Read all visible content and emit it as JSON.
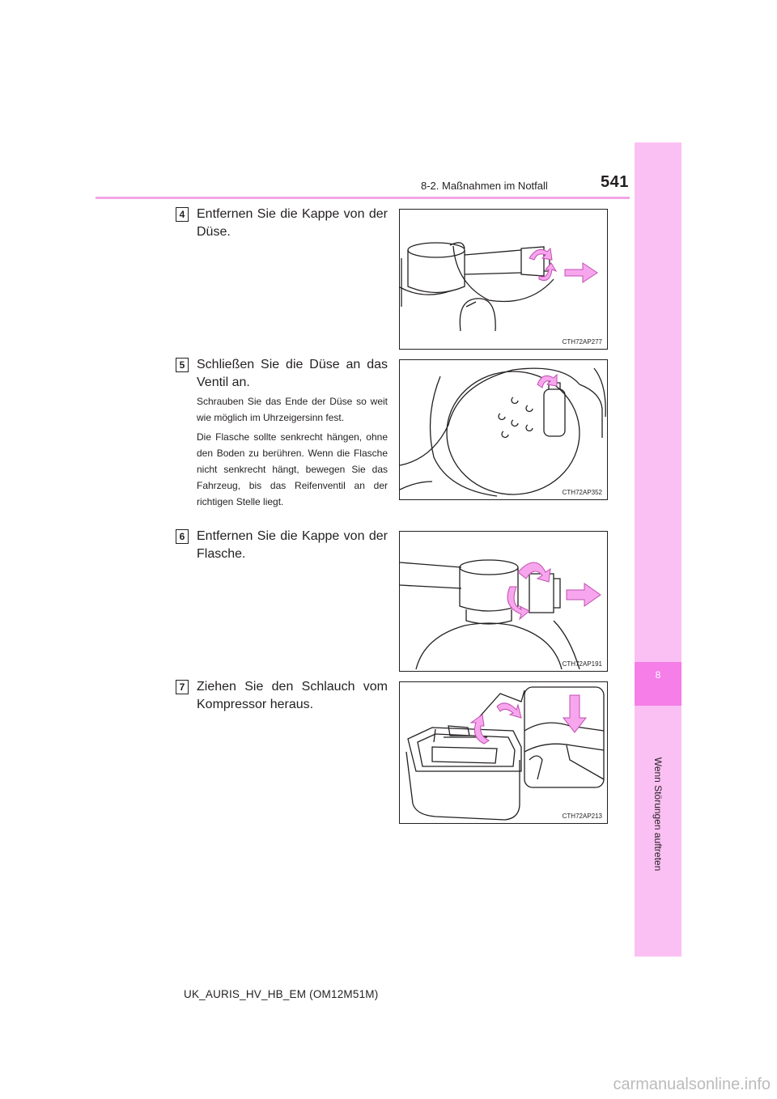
{
  "header": {
    "section": "8-2. Maßnahmen im Notfall",
    "page_number": "541"
  },
  "side_tab": {
    "number": "8",
    "label": "Wenn Störungen auftreten",
    "color": "#fbc0f3",
    "accent": "#f57ee8"
  },
  "steps": [
    {
      "badge": "4",
      "text": "Entfernen Sie die Kappe von der Düse.",
      "figure_code": "CTH72AP277"
    },
    {
      "badge": "5",
      "text": "Schließen Sie die Düse an das Ventil an.",
      "notes": [
        "Schrauben Sie das Ende der Düse so weit wie möglich im Uhrzeigersinn fest.",
        "Die Flasche sollte senkrecht hängen, ohne den Boden zu berühren. Wenn die Flasche nicht senkrecht hängt, bewegen Sie das Fahrzeug, bis das Reifenventil an der richtigen Stelle liegt."
      ],
      "figure_code": "CTH72AP352"
    },
    {
      "badge": "6",
      "text": "Entfernen Sie die Kappe von der Flasche.",
      "figure_code": "CTH72AP191"
    },
    {
      "badge": "7",
      "text": "Ziehen Sie den Schlauch vom Kompressor heraus.",
      "figure_code": "CTH72AP213"
    }
  ],
  "footer": "UK_AURIS_HV_HB_EM (OM12M51M)",
  "watermark": "carmanualsonline.info",
  "colors": {
    "pink_rule": "#f3a5e6",
    "arrow_fill": "#f7a6ee",
    "arrow_stroke": "#c04fb0"
  }
}
